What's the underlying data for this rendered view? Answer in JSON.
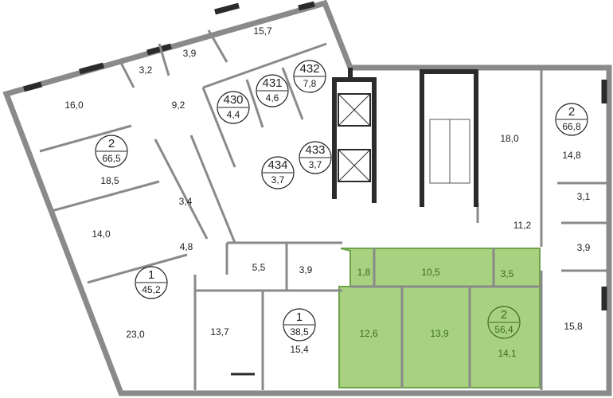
{
  "plan": {
    "rooms": [
      {
        "id": "r1",
        "area": "15,7"
      },
      {
        "id": "r2",
        "area": "3,9"
      },
      {
        "id": "r3",
        "area": "3,2"
      },
      {
        "id": "r4",
        "area": "16,0"
      },
      {
        "id": "r5",
        "area": "9,2"
      },
      {
        "id": "r6",
        "area": "18,5"
      },
      {
        "id": "r7",
        "area": "3,4"
      },
      {
        "id": "r8",
        "area": "14,0"
      },
      {
        "id": "r9",
        "area": "4,8"
      },
      {
        "id": "r10",
        "area": "5,5"
      },
      {
        "id": "r11",
        "area": "3,9"
      },
      {
        "id": "r12",
        "area": "23,0"
      },
      {
        "id": "r13",
        "area": "13,7"
      },
      {
        "id": "r14",
        "area": "15,4"
      },
      {
        "id": "r15",
        "area": "18,0"
      },
      {
        "id": "r16",
        "area": "14,8"
      },
      {
        "id": "r17",
        "area": "3,1"
      },
      {
        "id": "r18",
        "area": "11,2"
      },
      {
        "id": "r19",
        "area": "3,9"
      },
      {
        "id": "r20",
        "area": "15,8"
      }
    ],
    "highlighted_rooms": [
      {
        "id": "g1",
        "area": "1,8"
      },
      {
        "id": "g2",
        "area": "10,5"
      },
      {
        "id": "g3",
        "area": "3,5"
      },
      {
        "id": "g4",
        "area": "12,6"
      },
      {
        "id": "g5",
        "area": "13,9"
      },
      {
        "id": "g6",
        "area": "14,1"
      }
    ],
    "storage_units": [
      {
        "number": "430",
        "area": "4,4"
      },
      {
        "number": "431",
        "area": "4,6"
      },
      {
        "number": "432",
        "area": "7,8"
      },
      {
        "number": "433",
        "area": "3,7"
      },
      {
        "number": "434",
        "area": "3,7"
      }
    ],
    "apartments": [
      {
        "rooms": "2",
        "total_area": "66,5"
      },
      {
        "rooms": "1",
        "total_area": "45,2"
      },
      {
        "rooms": "1",
        "total_area": "38,5"
      },
      {
        "rooms": "2",
        "total_area": "66,8"
      },
      {
        "rooms": "2",
        "total_area": "56,4",
        "highlighted": true
      }
    ],
    "colors": {
      "highlight_fill": "#a8d27f",
      "highlight_text": "#3d6e1f",
      "wall": "#8a8a8a",
      "window": "#2b2b2b"
    }
  }
}
